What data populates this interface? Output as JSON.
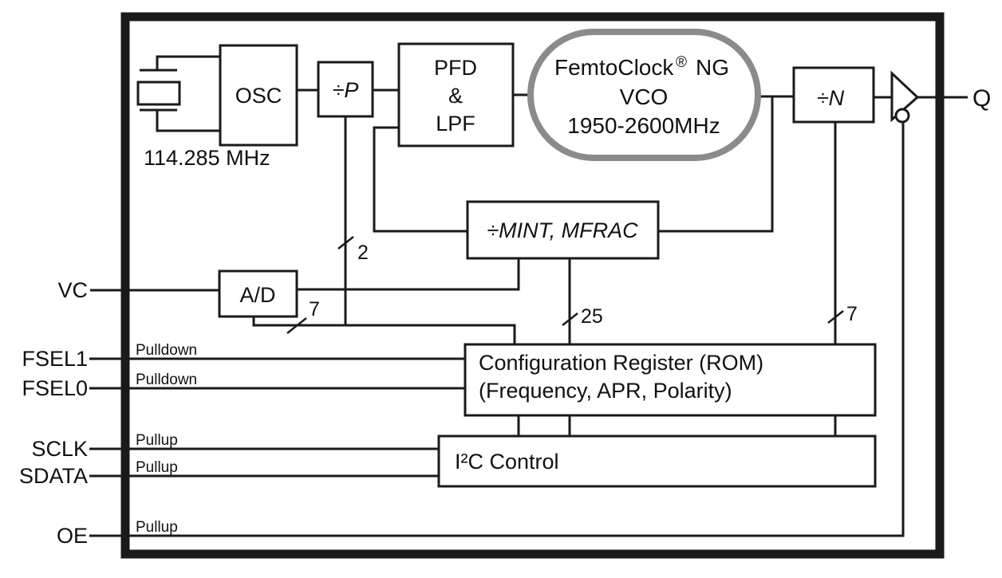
{
  "diagram": {
    "freq_label": "114.285 MHz",
    "blocks": {
      "osc": "OSC",
      "div_p": "÷P",
      "pfd": {
        "l1": "PFD",
        "l2": "&",
        "l3": "LPF"
      },
      "vco": {
        "brand": "FemtoClock",
        "reg_mark": "®",
        "brand_suffix": "NG",
        "l2": "VCO",
        "l3": "1950-2600MHz"
      },
      "div_n": "÷N",
      "mint": "÷MINT, MFRAC",
      "ad": "A/D",
      "config": {
        "l1": "Configuration Register (ROM)",
        "l2": "(Frequency, APR, Polarity)"
      },
      "i2c": "I²C Control"
    },
    "pins": {
      "vc": "VC",
      "fsel1": "FSEL1",
      "fsel0": "FSEL0",
      "sclk": "SCLK",
      "sdata": "SDATA",
      "oe": "OE",
      "q": "Q"
    },
    "pin_notes": {
      "fsel1": "Pulldown",
      "fsel0": "Pulldown",
      "sclk": "Pullup",
      "sdata": "Pullup",
      "oe": "Pullup"
    },
    "bus_widths": {
      "p_bus": "2",
      "ad_bus": "7",
      "mint_bus": "25",
      "n_bus": "7"
    },
    "colors": {
      "line": "#1a1a1a",
      "text": "#111111",
      "vco_border": "#8b8b8b",
      "background": "#ffffff"
    }
  }
}
